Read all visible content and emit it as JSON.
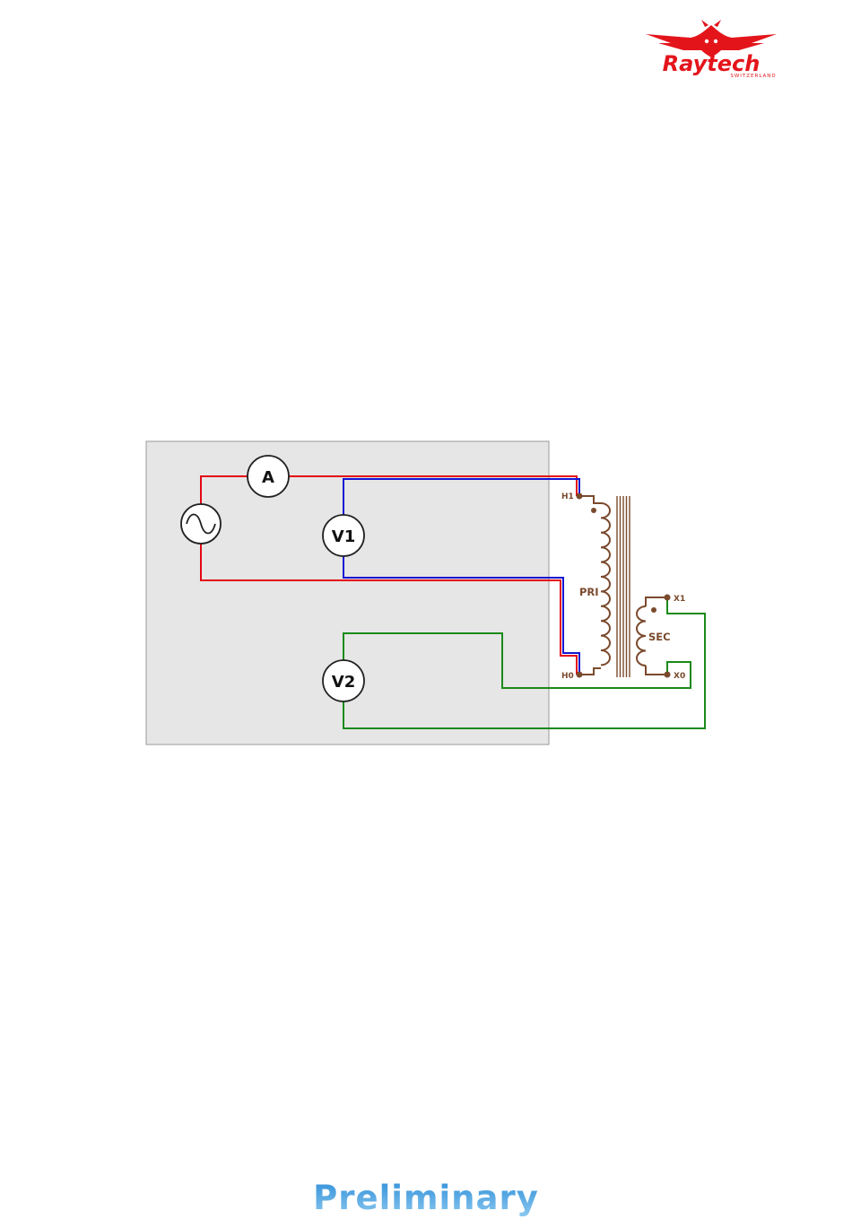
{
  "header": {
    "logo": {
      "brand": "Raytech",
      "tagline": "SWITZERLAND",
      "icon": "raytech-devil-wings-logo",
      "color": "#e3151b"
    }
  },
  "diagram": {
    "meters": {
      "ammeter": "A",
      "voltmeter_primary": "V1",
      "voltmeter_secondary": "V2"
    },
    "source_icon": "ac-source-sine-icon",
    "transformer": {
      "primary_label": "PRI",
      "secondary_label": "SEC",
      "terminals": {
        "h1": "H1",
        "h0": "H0",
        "x1": "X1",
        "x0": "X0"
      }
    },
    "colors": {
      "current_loop": "#e30613",
      "primary_voltage": "#1414d2",
      "secondary_voltage": "#1a8a1a",
      "transformer": "#7a4a2d",
      "instrument_panel": "#e6e6e6"
    }
  },
  "footer": {
    "status_text": "Preliminary"
  }
}
